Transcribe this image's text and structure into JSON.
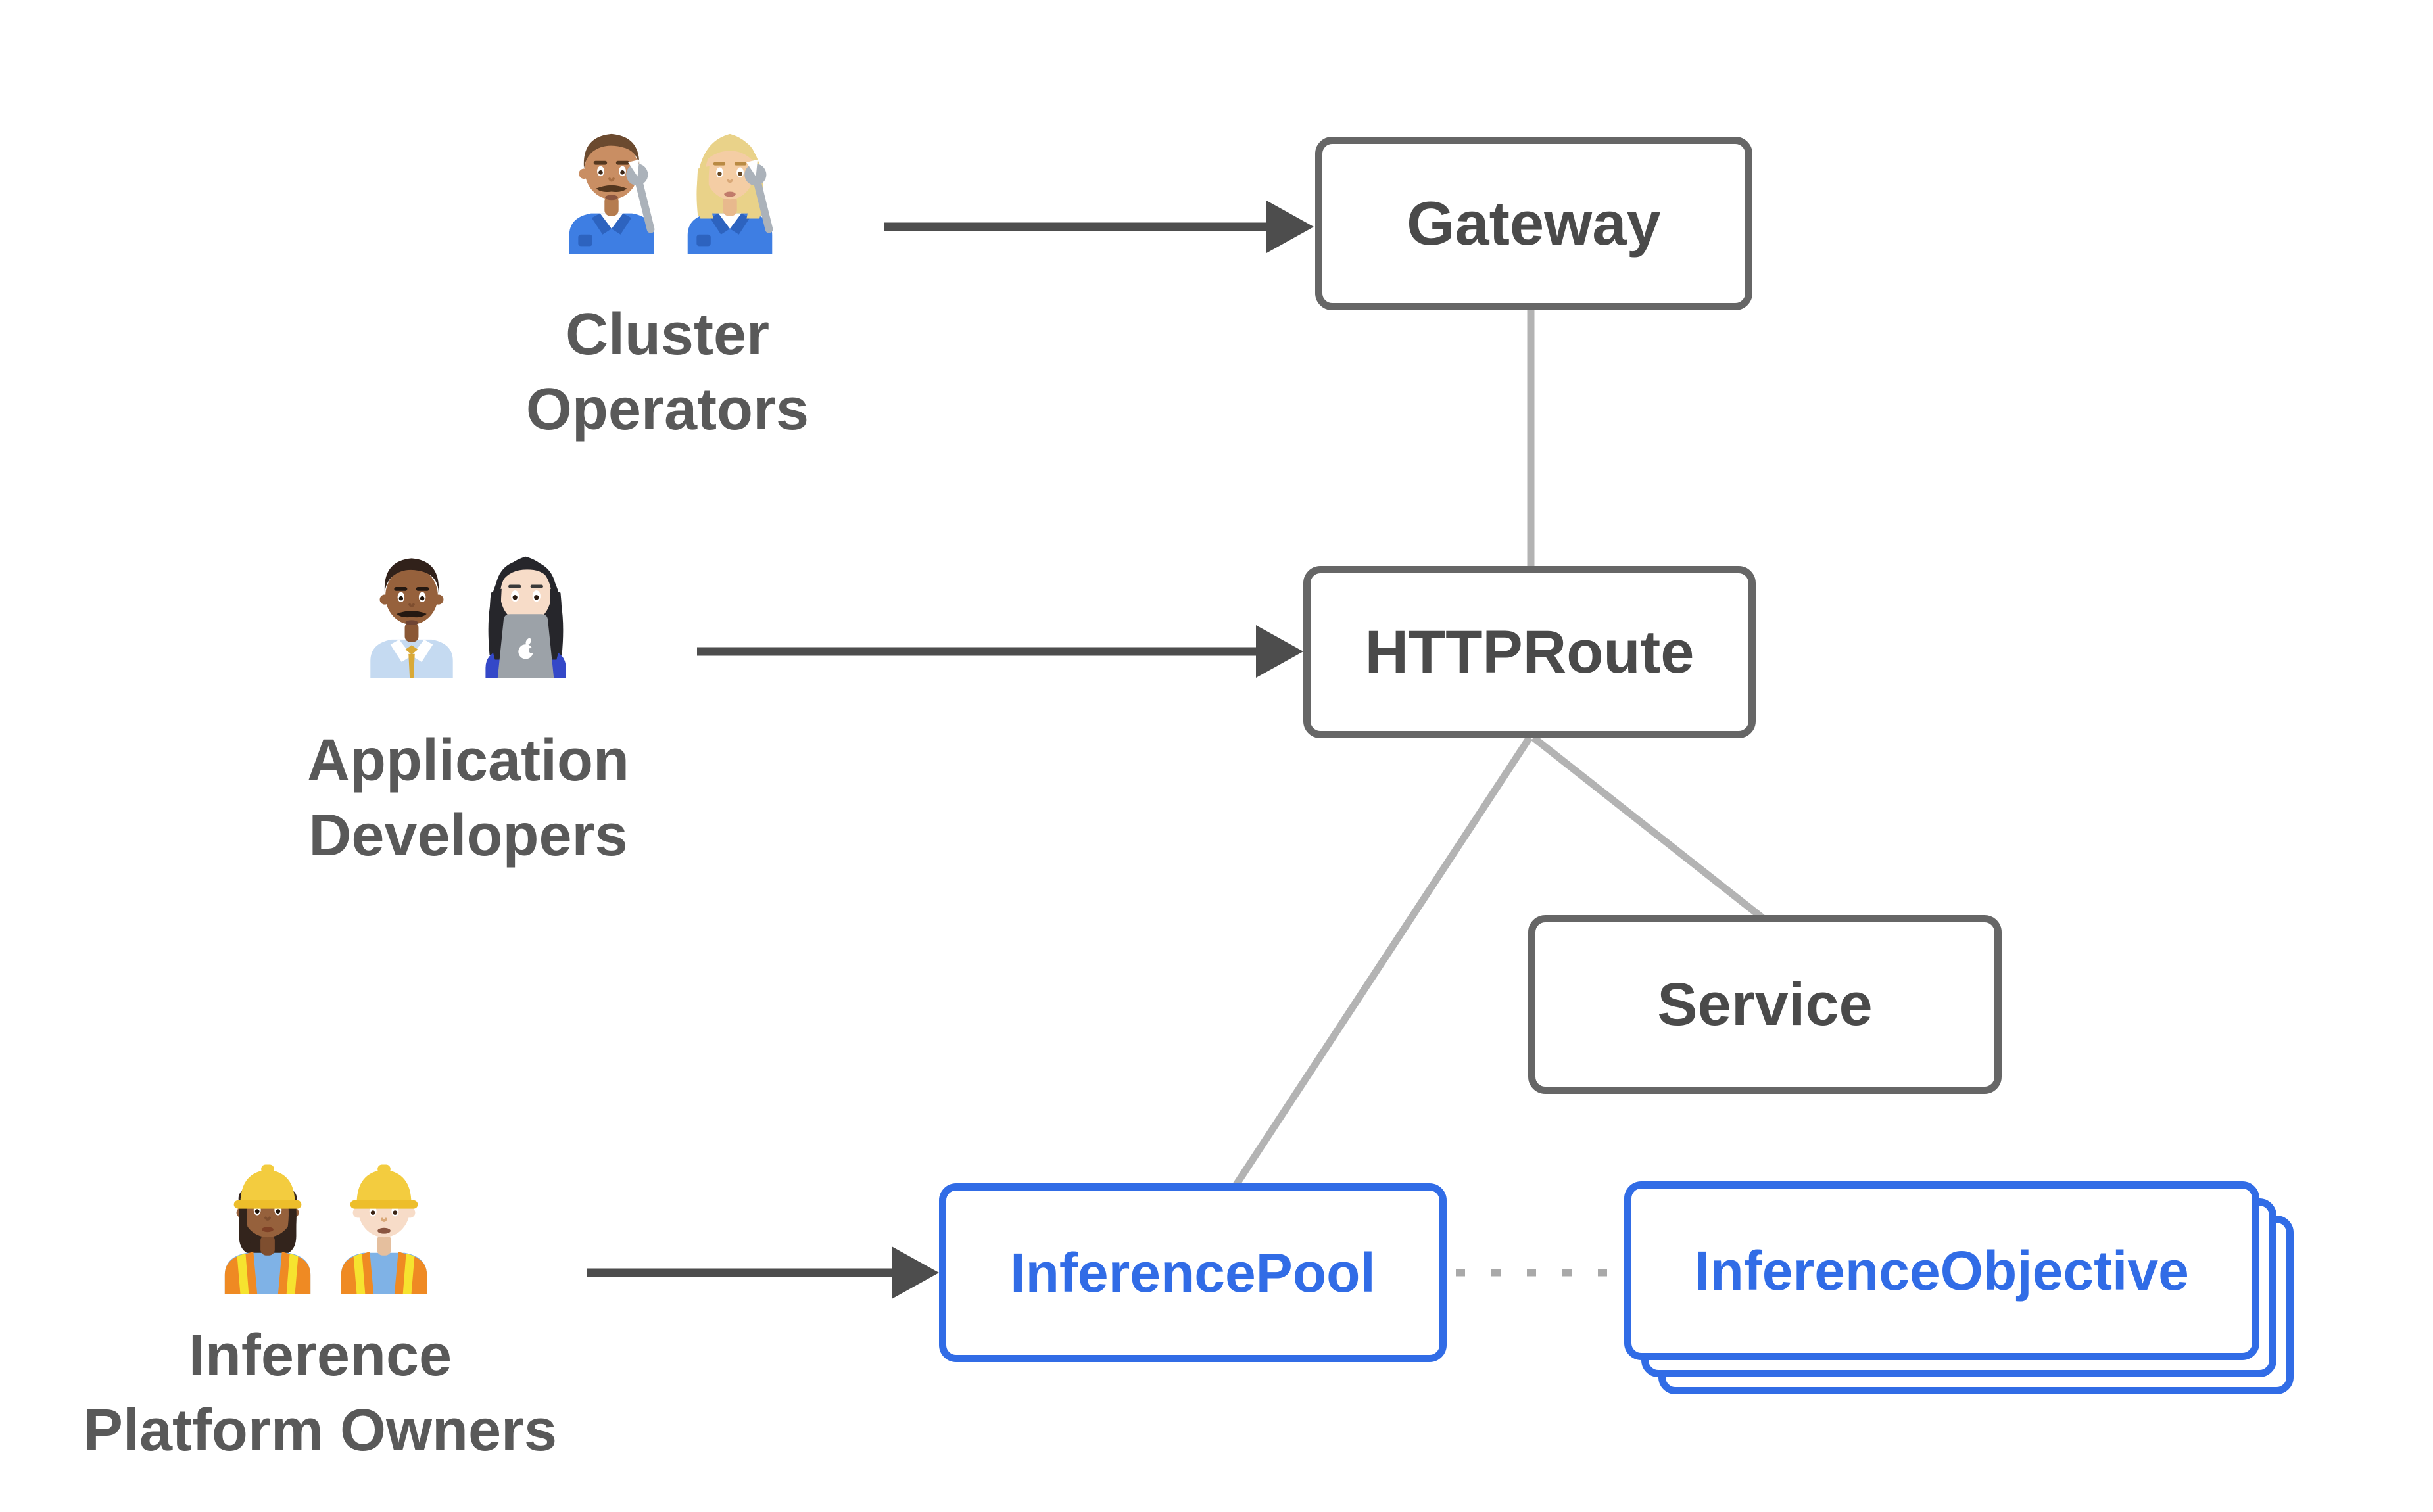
{
  "diagram": {
    "personas": [
      {
        "id": "cluster-operators",
        "label": "Cluster Operators",
        "emojis": [
          "man-mechanic",
          "woman-mechanic"
        ]
      },
      {
        "id": "application-developers",
        "label": "Application Developers",
        "emojis": [
          "man-office-worker",
          "woman-technologist"
        ]
      },
      {
        "id": "inference-platform-owners",
        "label": "Inference Platform Owners",
        "emojis": [
          "woman-construction-worker",
          "man-construction-worker"
        ]
      }
    ],
    "boxes": [
      {
        "id": "gateway",
        "label": "Gateway",
        "variant": "gray"
      },
      {
        "id": "httproute",
        "label": "HTTPRoute",
        "variant": "gray"
      },
      {
        "id": "service",
        "label": "Service",
        "variant": "gray"
      },
      {
        "id": "inferencepool",
        "label": "InferencePool",
        "variant": "blue"
      },
      {
        "id": "inferenceobjective",
        "label": "InferenceObjective",
        "variant": "blue",
        "stacked_copies": 3
      }
    ],
    "connections": [
      {
        "from": "cluster-operators",
        "to": "gateway",
        "style": "solid-arrow"
      },
      {
        "from": "application-developers",
        "to": "httproute",
        "style": "solid-arrow"
      },
      {
        "from": "inference-platform-owners",
        "to": "inferencepool",
        "style": "solid-arrow"
      },
      {
        "from": "gateway",
        "to": "httproute",
        "style": "plain-line"
      },
      {
        "from": "httproute",
        "to": "inferencepool",
        "style": "plain-line"
      },
      {
        "from": "httproute",
        "to": "service",
        "style": "plain-line"
      },
      {
        "from": "inferencepool",
        "to": "inferenceobjective",
        "style": "dotted-line"
      }
    ],
    "colors": {
      "blue": "#316CE6",
      "box_border_gray": "#666666",
      "box_text_gray": "#4A4A4A",
      "persona_text_gray": "#595959",
      "arrow_dark_gray": "#4D4D4D",
      "connector_light_gray": "#B3B3B3",
      "dotted_gray": "#A9A9A9",
      "background": "#FFFFFF"
    }
  }
}
